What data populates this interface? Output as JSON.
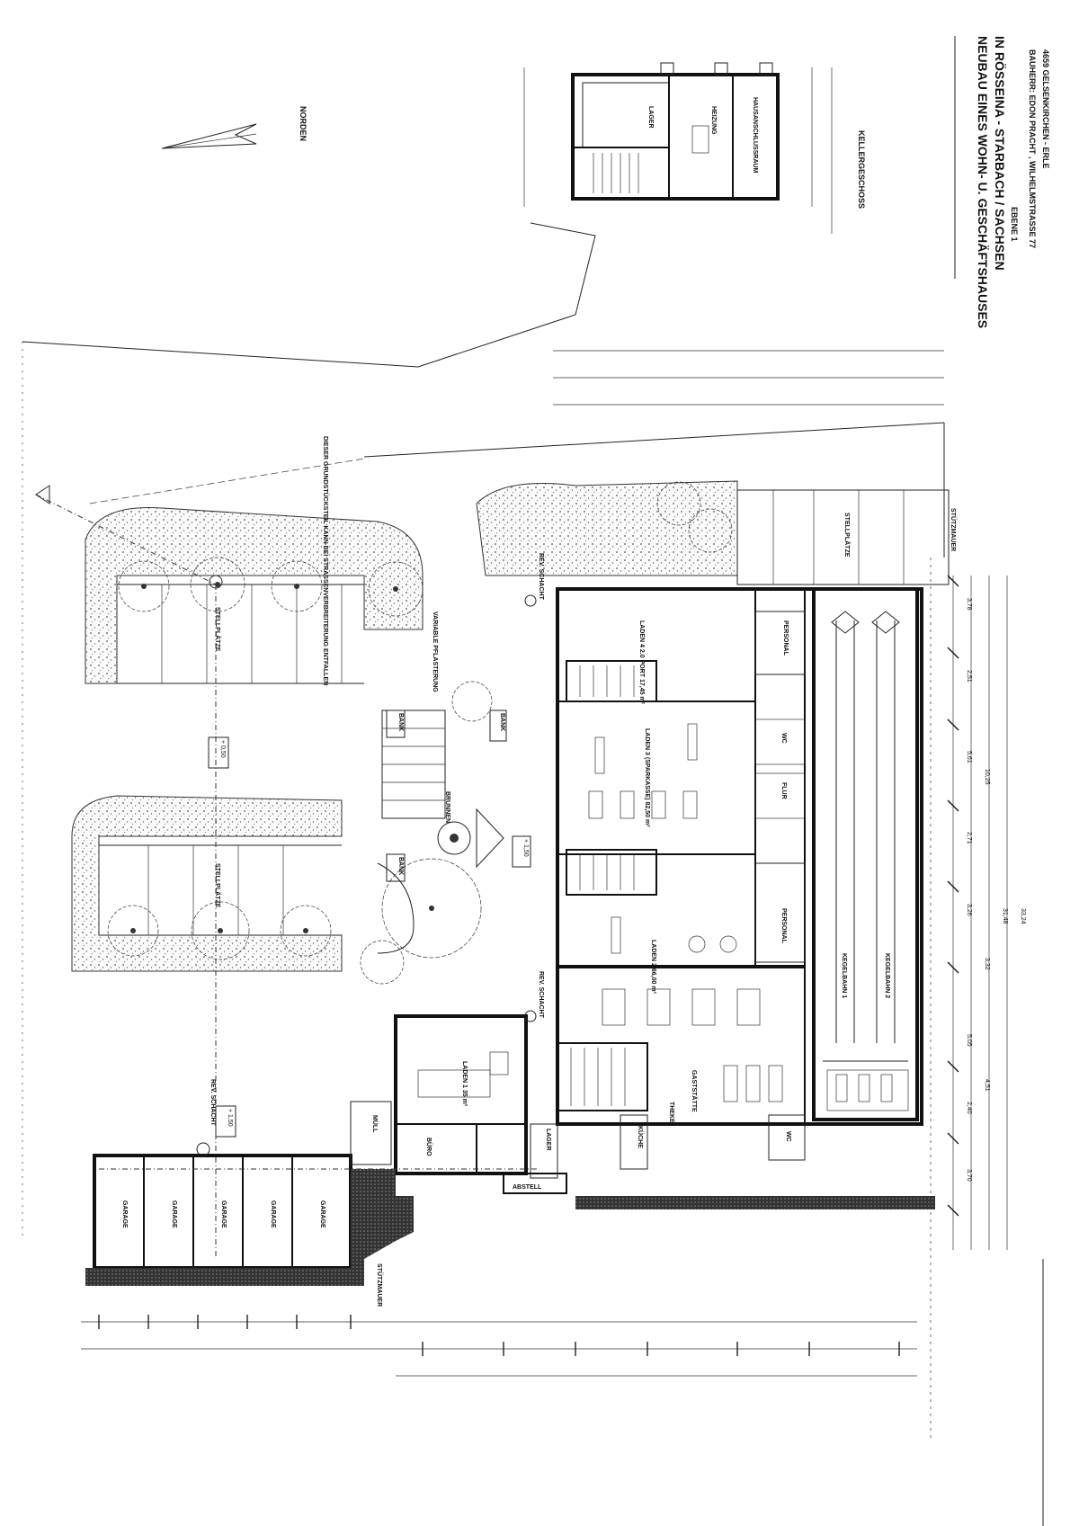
{
  "north_arrow": {
    "label": "NORDEN",
    "icon": "north-arrow-icon"
  },
  "title_block": {
    "line1": "NEUBAU EINES WOHN- U. GESCHÄFTSHAUSES",
    "line2": "IN RÖSSEINA - STARBACH / SACHSEN",
    "level": "EBENE 1",
    "owner": "BAUHERR: EDON PRACHT , WILHELMSTRASSE 77",
    "owner_city": "4659 GELSENKIRCHEN - ERLE"
  },
  "basement": {
    "caption": "KELLERGESCHOSS",
    "rooms": [
      "LAGER",
      "HEIZUNG",
      "HAUSANSCHLUSSRAUM"
    ]
  },
  "rooms": {
    "laden4": "LADEN 4 2.0 PORT 17,45 m²",
    "laden3": "LADEN 3 (SPARKASSE) 82,50 m²",
    "laden2": "LADEN 2 66,00 m²",
    "laden1": "LADEN 1 35 m²",
    "personal_top": "PERSONAL",
    "personal_mid": "PERSONAL",
    "kegelbahn1": "KEGELBAHN 1",
    "kegelbahn2": "KEGELBAHN 2",
    "gaststaette": "GASTSTÄTTE",
    "theke": "THEKE",
    "kueche": "KÜCHE",
    "lager_small": "LAGER",
    "buero": "BÜRO",
    "flur": "FLUR",
    "wc": "WC",
    "abstell": "ABSTELL"
  },
  "site": {
    "stellplaetze": "STELLPLÄTZE",
    "bank": "BANK",
    "brunnen": "BRUNNEN",
    "garage": "GARAGE",
    "garage_last": "GARAGE",
    "muell": "MÜLL",
    "stuetzmauer": "STÜTZMAUER",
    "stuetzmauer2": "STÜTZMAUER",
    "pflaster": "VARIABLE PFLASTERUNG",
    "street_note": "DIESER GRUNDSTÜCKSTEIL KANN BEI STRASSENVERBREITERUNG ENTFALLEN",
    "rev_schacht": "REV. SCHACHT",
    "level_50": "+ 0,50",
    "level_150": "+ 1,50",
    "level_150b": "+ 1,50"
  },
  "dimensions": {
    "total_1": "31,48",
    "total_2": "33,24",
    "seg": [
      "3,78",
      "2,51",
      "5,61",
      "2,71",
      "3,26",
      "10,25",
      "3,32",
      "5,05",
      "2,40",
      "3,70",
      "4,51"
    ]
  }
}
